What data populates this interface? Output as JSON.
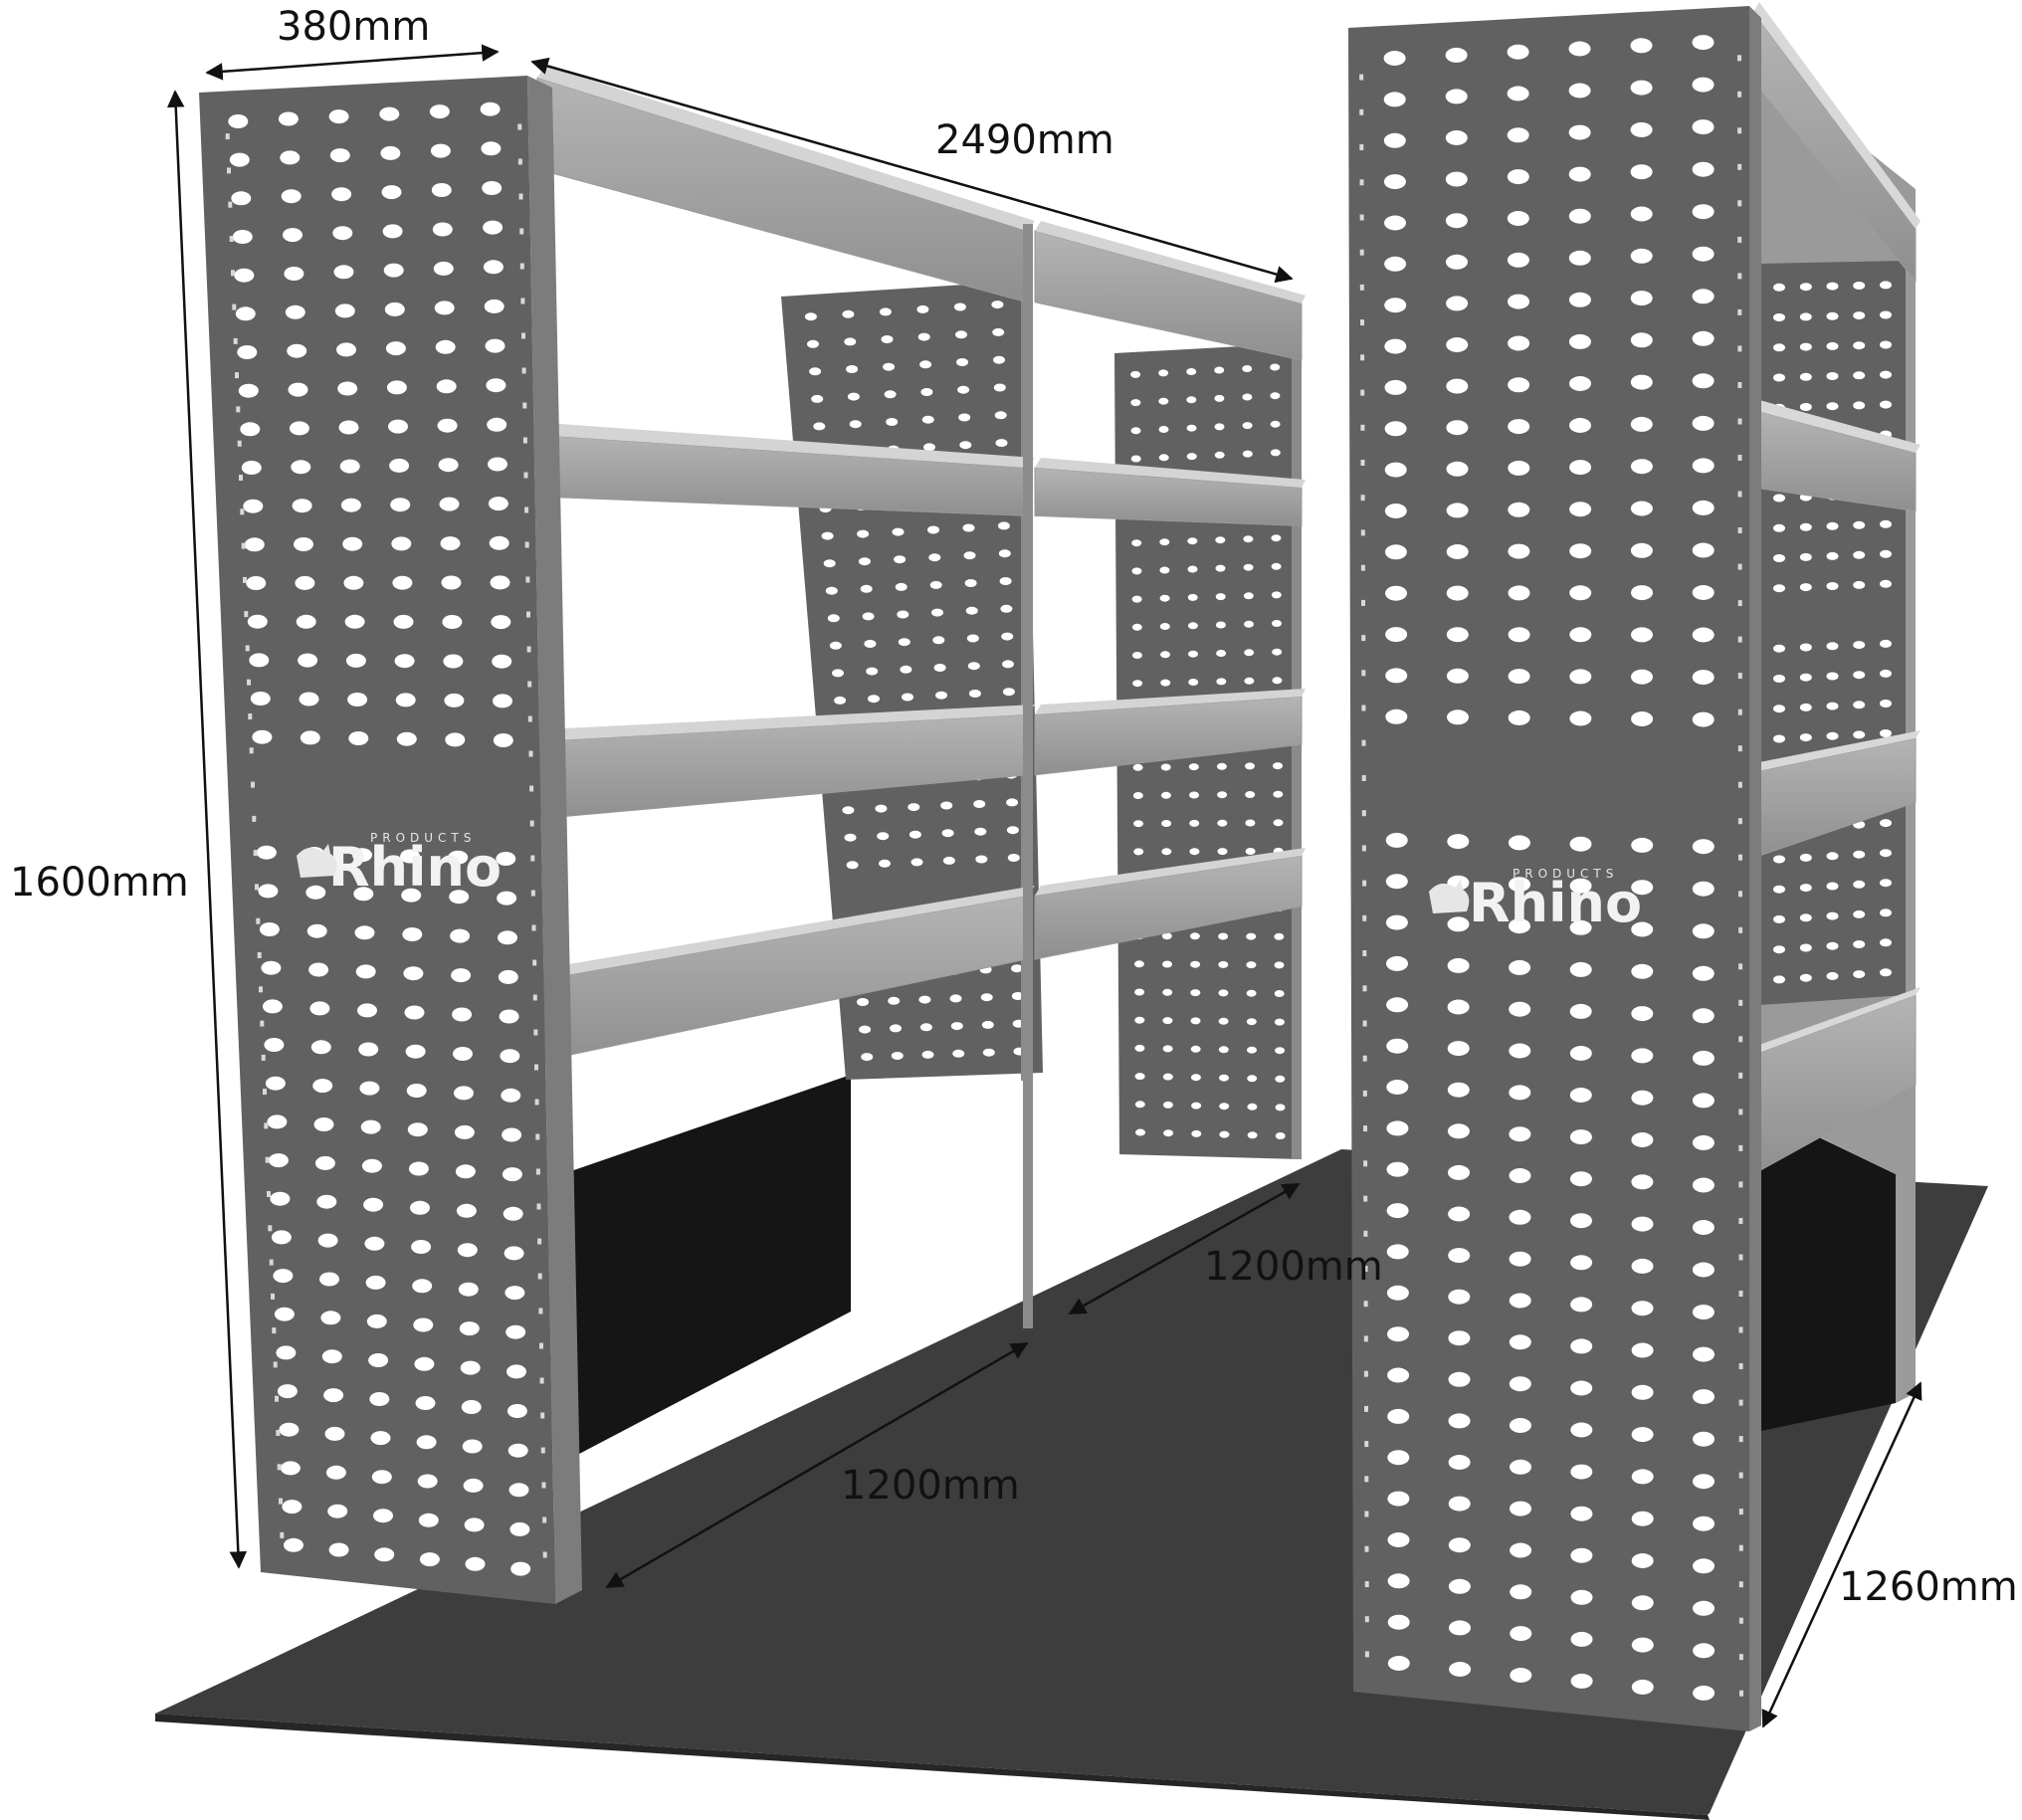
{
  "dimensions": {
    "depth": "380mm",
    "length": "2490mm",
    "height": "1600mm",
    "bay1": "1200mm",
    "bay2": "1200mm",
    "floor_width": "1260mm"
  },
  "brand": {
    "name": "Rhino",
    "tagline": "PRODUCTS"
  },
  "colors": {
    "panel": "#616161",
    "panel_edge": "#7c7c7c",
    "shelf": "#aaaaaa",
    "floor": "#3d3d3d",
    "hole": "#ffffff",
    "shadow": "#151515"
  }
}
